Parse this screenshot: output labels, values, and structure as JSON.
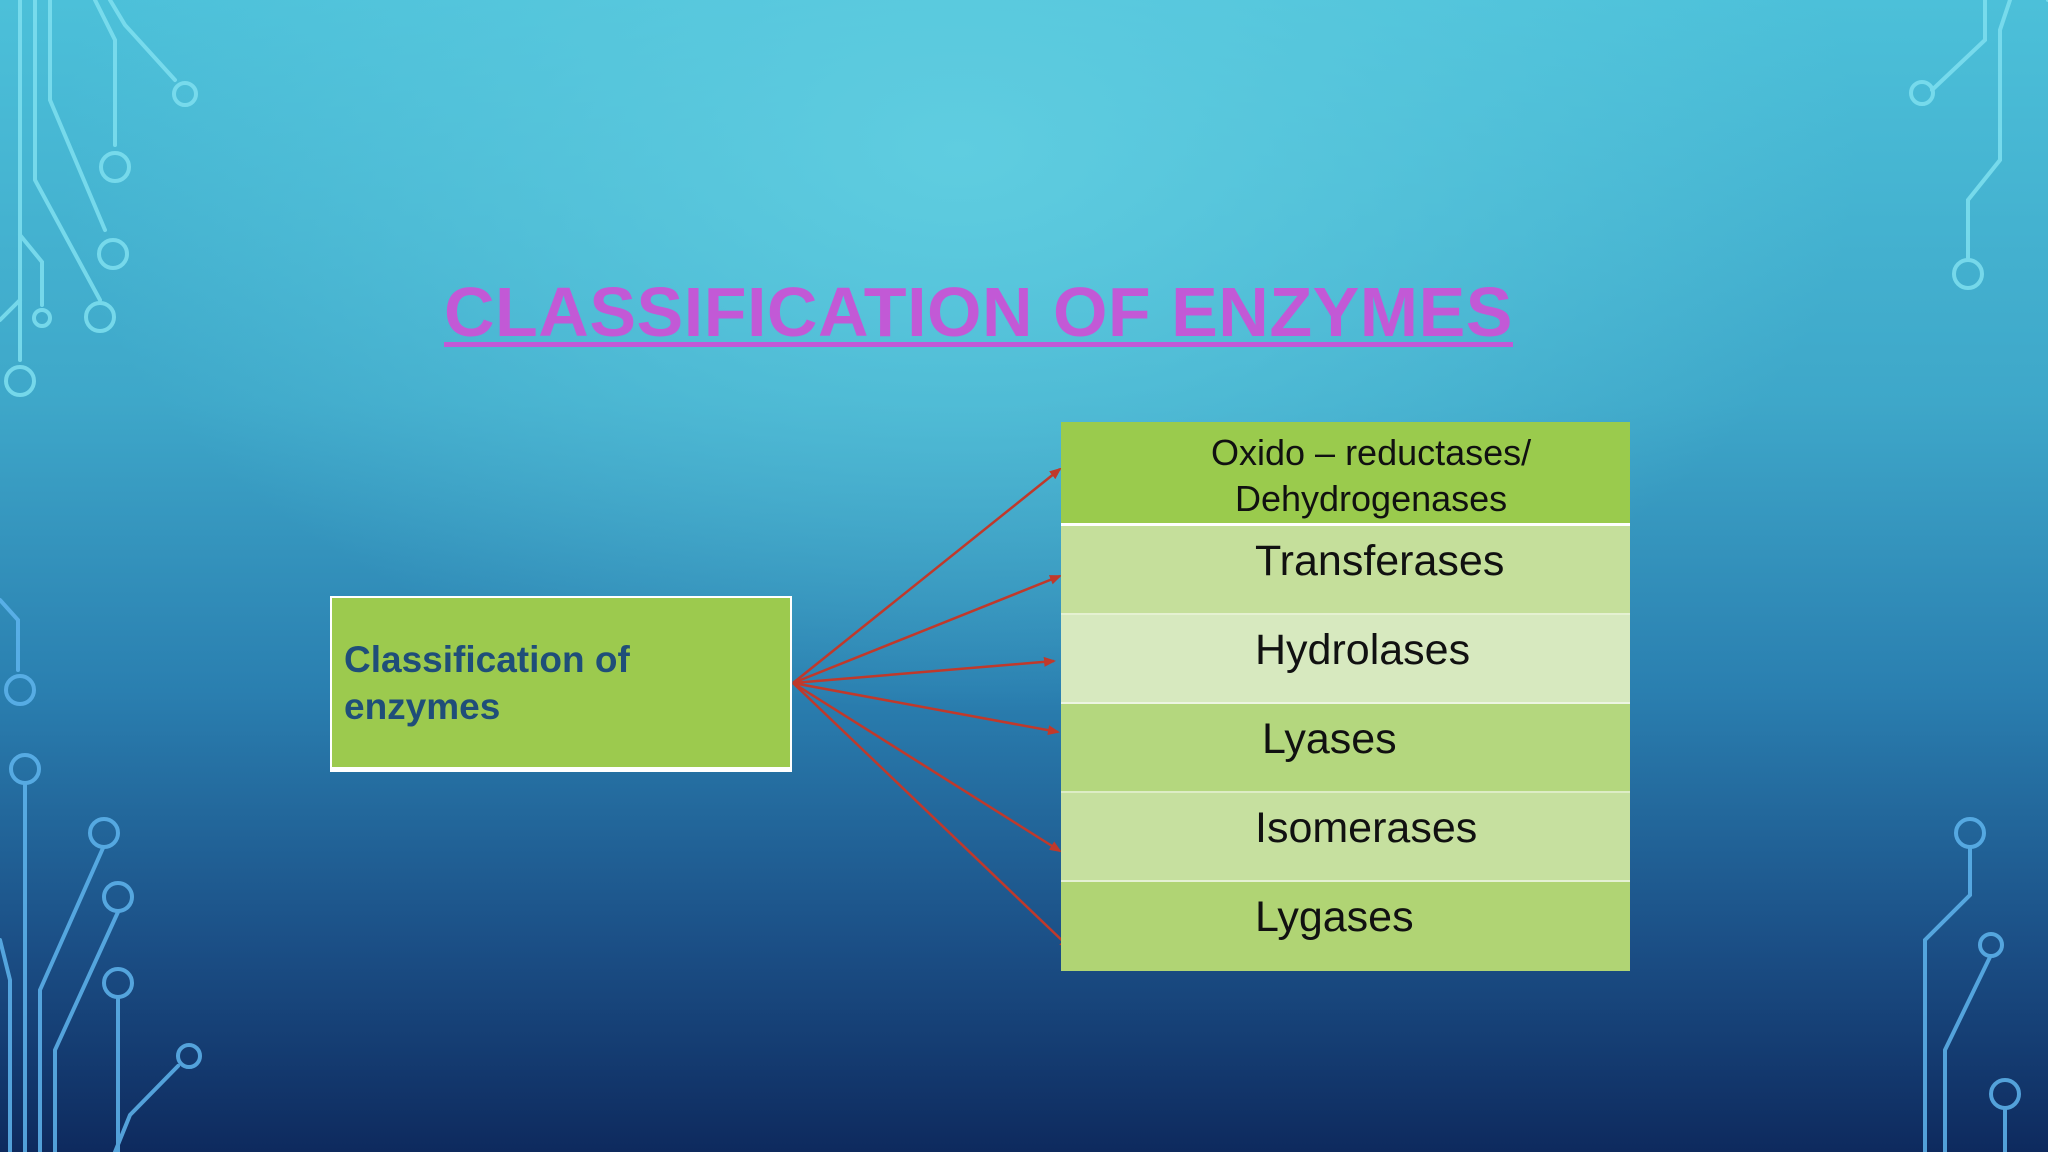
{
  "slide": {
    "title": "CLASSIFICATION OF ENZYMES",
    "title_color": "#c259d6",
    "accent_green": "#9acb4d",
    "arrow_color": "#c0392b"
  },
  "diagram": {
    "source": "Classification of enzymes",
    "classes": [
      {
        "line1": "Oxido – reductases/",
        "line2": "Dehydrogenases"
      },
      {
        "label": "Transferases"
      },
      {
        "label": "Hydrolases"
      },
      {
        "label": "Lyases"
      },
      {
        "label": "Isomerases"
      },
      {
        "label": "Lygases"
      }
    ]
  },
  "decorations": {
    "left_top": "circuit-trace-icon",
    "left_bottom": "circuit-trace-icon",
    "right_top": "circuit-trace-icon",
    "right_bottom": "circuit-trace-icon"
  }
}
